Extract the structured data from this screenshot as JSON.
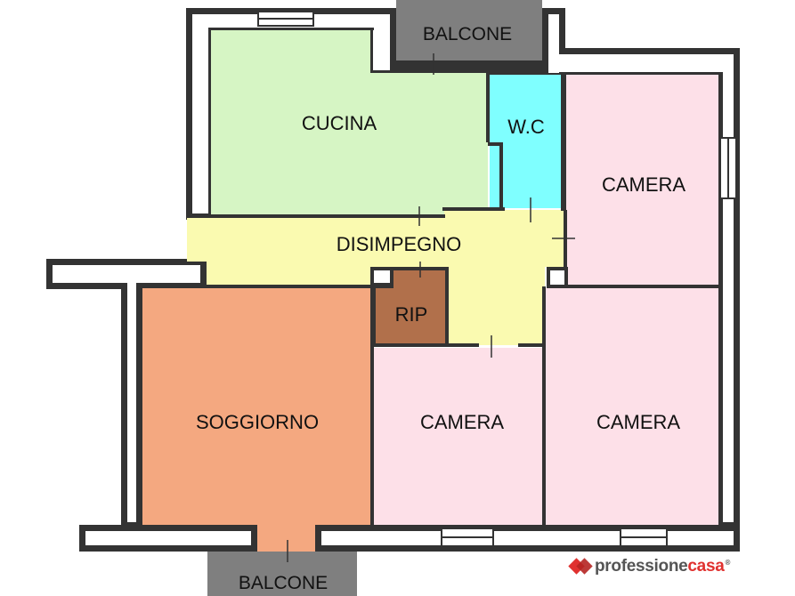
{
  "colors": {
    "wall": "#333333",
    "kitchen": "#d6f5c4",
    "wc": "#7fffff",
    "bedroom": "#fde0e8",
    "hallway": "#fafab0",
    "living": "#f4a880",
    "storage": "#b1704b",
    "balcony": "#7f7f7f",
    "brand_red": "#e0312f",
    "brand_grey": "#555555"
  },
  "rooms": {
    "cucina": "CUCINA",
    "wc": "W.C",
    "camera_top_right": "CAMERA",
    "disimpegno": "DISIMPEGNO",
    "rip": "RIP",
    "soggiorno": "SOGGIORNO",
    "camera_center": "CAMERA",
    "camera_right": "CAMERA"
  },
  "balconies": {
    "top": "BALCONE",
    "bottom": "BALCONE"
  },
  "logo": {
    "part1": "professione",
    "part2": "casa",
    "mark": "®"
  }
}
